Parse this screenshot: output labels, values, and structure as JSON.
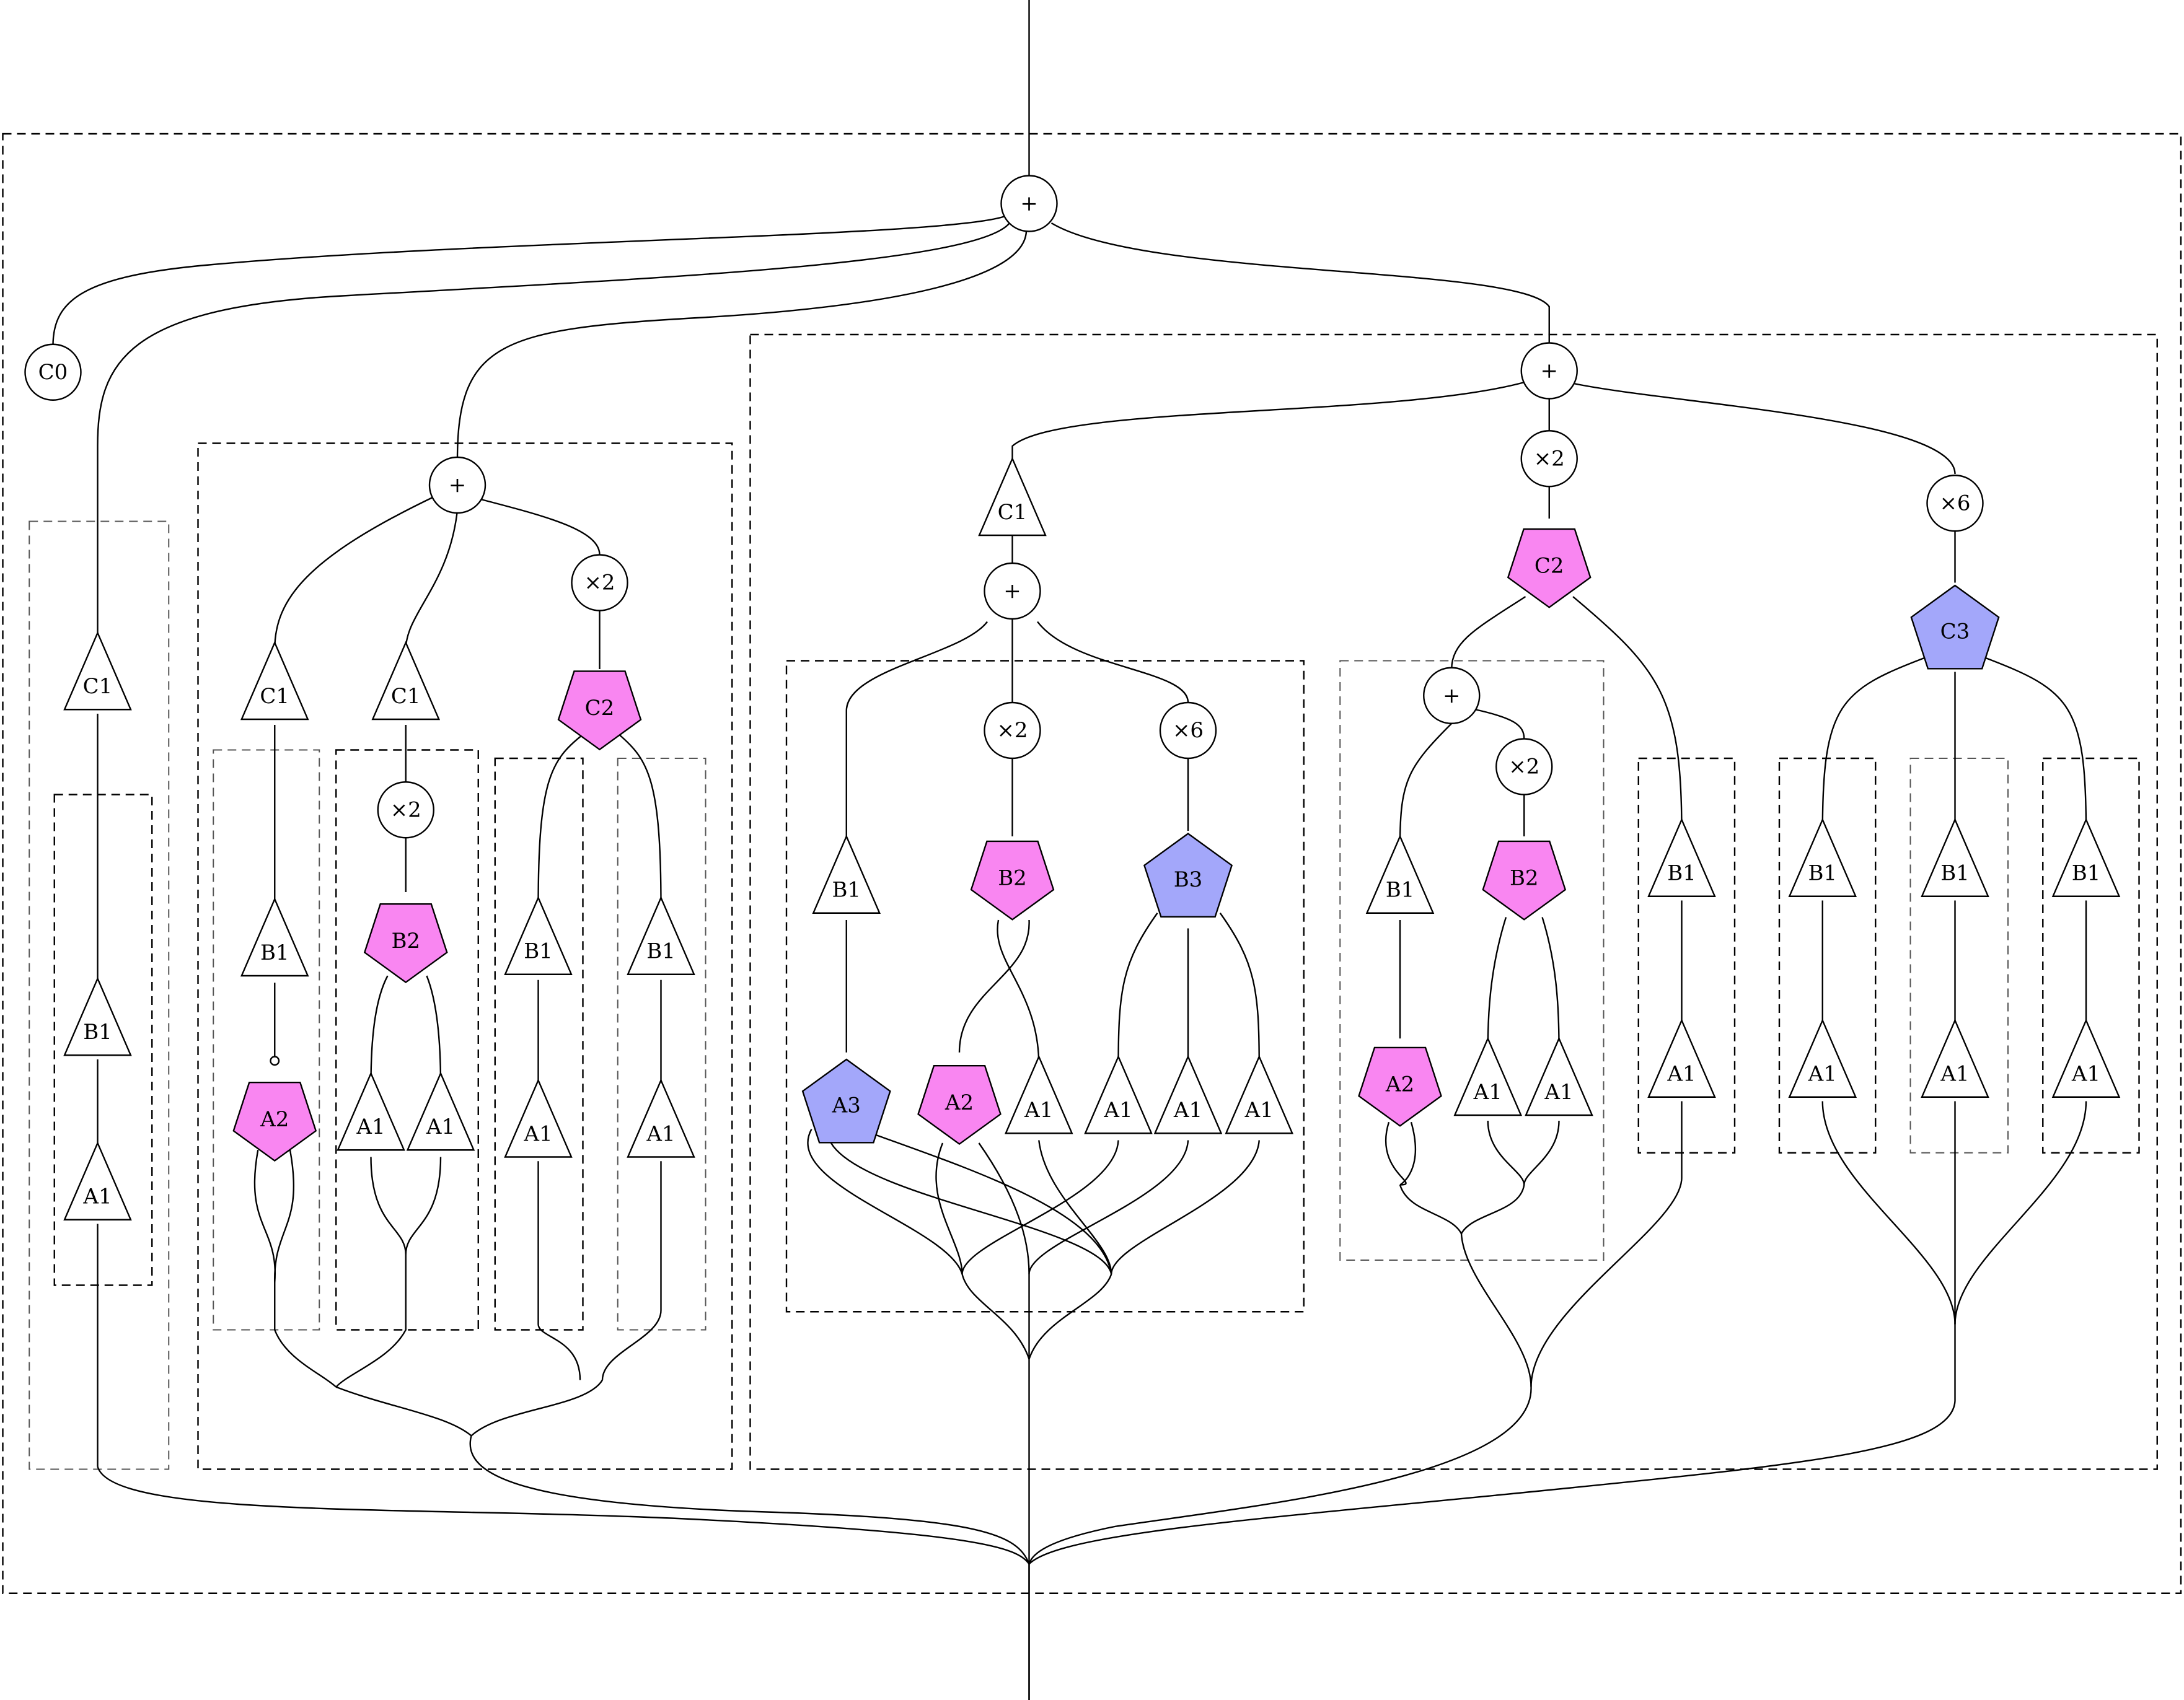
{
  "colors": {
    "plain": "#ffffff",
    "pink": "#f986f1",
    "blue": "#a3a7fa"
  },
  "labels": {
    "plus": "+",
    "times2": "×2",
    "times6": "×6",
    "C0": "C0",
    "C1": "C1",
    "C2": "C2",
    "C3": "C3",
    "B1": "B1",
    "B2": "B2",
    "B3": "B3",
    "A1": "A1",
    "A2": "A2",
    "A3": "A3"
  },
  "nodes": [
    {
      "id": "root-plus",
      "shape": "circle",
      "label": "plus",
      "fill": "plain"
    },
    {
      "id": "c0",
      "shape": "circle",
      "label": "C0",
      "fill": "plain"
    },
    {
      "id": "s1-c1",
      "shape": "triangle",
      "label": "C1",
      "fill": "plain"
    },
    {
      "id": "s1-b1",
      "shape": "triangle",
      "label": "B1",
      "fill": "plain"
    },
    {
      "id": "s1-a1",
      "shape": "triangle",
      "label": "A1",
      "fill": "plain"
    },
    {
      "id": "s2-plus",
      "shape": "circle",
      "label": "plus",
      "fill": "plain"
    },
    {
      "id": "s2-c1a",
      "shape": "triangle",
      "label": "C1",
      "fill": "plain"
    },
    {
      "id": "s2-c1b",
      "shape": "triangle",
      "label": "C1",
      "fill": "plain"
    },
    {
      "id": "s2-x2a",
      "shape": "circle",
      "label": "times2",
      "fill": "plain"
    },
    {
      "id": "s2-c2",
      "shape": "pentagon",
      "label": "C2",
      "fill": "pink"
    },
    {
      "id": "s2-b1a",
      "shape": "triangle",
      "label": "B1",
      "fill": "plain"
    },
    {
      "id": "s2-a2",
      "shape": "pentagon",
      "label": "A2",
      "fill": "pink"
    },
    {
      "id": "s2-x2b",
      "shape": "circle",
      "label": "times2",
      "fill": "plain"
    },
    {
      "id": "s2-b2",
      "shape": "pentagon",
      "label": "B2",
      "fill": "pink"
    },
    {
      "id": "s2-a1a",
      "shape": "triangle",
      "label": "A1",
      "fill": "plain"
    },
    {
      "id": "s2-a1b",
      "shape": "triangle",
      "label": "A1",
      "fill": "plain"
    },
    {
      "id": "s2-b1b",
      "shape": "triangle",
      "label": "B1",
      "fill": "plain"
    },
    {
      "id": "s2-a1c",
      "shape": "triangle",
      "label": "A1",
      "fill": "plain"
    },
    {
      "id": "s2-b1c",
      "shape": "triangle",
      "label": "B1",
      "fill": "plain"
    },
    {
      "id": "s2-a1d",
      "shape": "triangle",
      "label": "A1",
      "fill": "plain"
    },
    {
      "id": "s3-plus",
      "shape": "circle",
      "label": "plus",
      "fill": "plain"
    },
    {
      "id": "s3-c1",
      "shape": "triangle",
      "label": "C1",
      "fill": "plain"
    },
    {
      "id": "s3-plus2",
      "shape": "circle",
      "label": "plus",
      "fill": "plain"
    },
    {
      "id": "s3-x2a",
      "shape": "circle",
      "label": "times2",
      "fill": "plain"
    },
    {
      "id": "s3-x6a",
      "shape": "circle",
      "label": "times6",
      "fill": "plain"
    },
    {
      "id": "s3-b1a",
      "shape": "triangle",
      "label": "B1",
      "fill": "plain"
    },
    {
      "id": "s3-b2a",
      "shape": "pentagon",
      "label": "B2",
      "fill": "pink"
    },
    {
      "id": "s3-b3",
      "shape": "hexagon",
      "label": "B3",
      "fill": "blue"
    },
    {
      "id": "s3-a3",
      "shape": "hexagon",
      "label": "A3",
      "fill": "blue"
    },
    {
      "id": "s3-a2a",
      "shape": "pentagon",
      "label": "A2",
      "fill": "pink"
    },
    {
      "id": "s3-a1a",
      "shape": "triangle",
      "label": "A1",
      "fill": "plain"
    },
    {
      "id": "s3-a1b",
      "shape": "triangle",
      "label": "A1",
      "fill": "plain"
    },
    {
      "id": "s3-a1c",
      "shape": "triangle",
      "label": "A1",
      "fill": "plain"
    },
    {
      "id": "s3-a1d",
      "shape": "triangle",
      "label": "A1",
      "fill": "plain"
    },
    {
      "id": "s3-x2b",
      "shape": "circle",
      "label": "times2",
      "fill": "plain"
    },
    {
      "id": "s3-c2",
      "shape": "pentagon",
      "label": "C2",
      "fill": "pink"
    },
    {
      "id": "s3-plus3",
      "shape": "circle",
      "label": "plus",
      "fill": "plain"
    },
    {
      "id": "s3-x2c",
      "shape": "circle",
      "label": "times2",
      "fill": "plain"
    },
    {
      "id": "s3-b1b",
      "shape": "triangle",
      "label": "B1",
      "fill": "plain"
    },
    {
      "id": "s3-b2b",
      "shape": "pentagon",
      "label": "B2",
      "fill": "pink"
    },
    {
      "id": "s3-a2b",
      "shape": "pentagon",
      "label": "A2",
      "fill": "pink"
    },
    {
      "id": "s3-a1e",
      "shape": "triangle",
      "label": "A1",
      "fill": "plain"
    },
    {
      "id": "s3-a1f",
      "shape": "triangle",
      "label": "A1",
      "fill": "plain"
    },
    {
      "id": "s3-b1c",
      "shape": "triangle",
      "label": "B1",
      "fill": "plain"
    },
    {
      "id": "s3-a1g",
      "shape": "triangle",
      "label": "A1",
      "fill": "plain"
    },
    {
      "id": "s3-x6b",
      "shape": "circle",
      "label": "times6",
      "fill": "plain"
    },
    {
      "id": "s3-c3",
      "shape": "hexagon",
      "label": "C3",
      "fill": "blue"
    },
    {
      "id": "s3-b1d",
      "shape": "triangle",
      "label": "B1",
      "fill": "plain"
    },
    {
      "id": "s3-b1e",
      "shape": "triangle",
      "label": "B1",
      "fill": "plain"
    },
    {
      "id": "s3-b1f",
      "shape": "triangle",
      "label": "B1",
      "fill": "plain"
    },
    {
      "id": "s3-a1h",
      "shape": "triangle",
      "label": "A1",
      "fill": "plain"
    },
    {
      "id": "s3-a1i",
      "shape": "triangle",
      "label": "A1",
      "fill": "plain"
    },
    {
      "id": "s3-a1j",
      "shape": "triangle",
      "label": "A1",
      "fill": "plain"
    }
  ]
}
